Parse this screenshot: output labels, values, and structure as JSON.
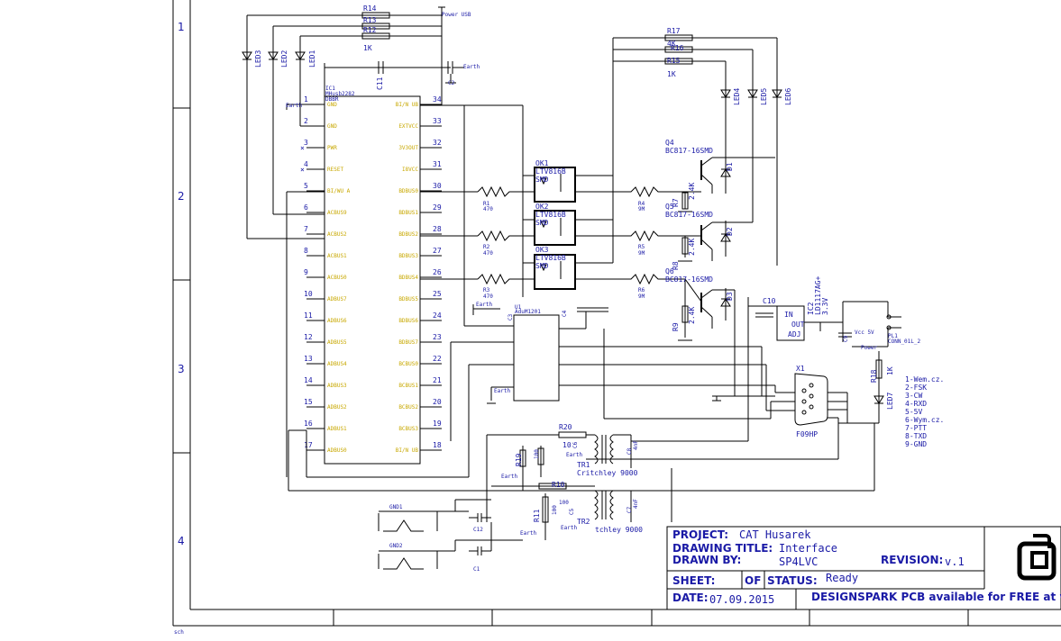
{
  "zones": [
    "1",
    "2",
    "3",
    "4"
  ],
  "corner_label": "sch",
  "ic1": {
    "ref": "IC1",
    "part": "MHusb2282",
    "sub": "DBBR",
    "left_pins": [
      {
        "n": "1",
        "name": "GND"
      },
      {
        "n": "2",
        "name": "GND"
      },
      {
        "n": "3",
        "name": "PWR"
      },
      {
        "n": "4",
        "name": "RESET"
      },
      {
        "n": "5",
        "name": "BI/WU A"
      },
      {
        "n": "6",
        "name": "ACBUS9"
      },
      {
        "n": "7",
        "name": "ACBUS2"
      },
      {
        "n": "8",
        "name": "ACBUS1"
      },
      {
        "n": "9",
        "name": "ACBUS0"
      },
      {
        "n": "10",
        "name": "ADBUS7"
      },
      {
        "n": "11",
        "name": "ADBUS6"
      },
      {
        "n": "12",
        "name": "ADBUS5"
      },
      {
        "n": "13",
        "name": "ADBUS4"
      },
      {
        "n": "14",
        "name": "ADBUS3"
      },
      {
        "n": "15",
        "name": "ADBUS2"
      },
      {
        "n": "16",
        "name": "ADBUS1"
      },
      {
        "n": "17",
        "name": "ADBUS0"
      }
    ],
    "right_pins": [
      {
        "n": "34",
        "name": "BI/N UB"
      },
      {
        "n": "33",
        "name": "EXTVCC"
      },
      {
        "n": "32",
        "name": "3V3OUT"
      },
      {
        "n": "31",
        "name": "I8VCC"
      },
      {
        "n": "30",
        "name": "BDBUS0"
      },
      {
        "n": "29",
        "name": "BDBUS1"
      },
      {
        "n": "28",
        "name": "BDBUS2"
      },
      {
        "n": "27",
        "name": "BDBUS3"
      },
      {
        "n": "26",
        "name": "BDBUS4"
      },
      {
        "n": "25",
        "name": "BDBUS5"
      },
      {
        "n": "24",
        "name": "BDBUS6"
      },
      {
        "n": "23",
        "name": "BDBUS7"
      },
      {
        "n": "22",
        "name": "BCBUS0"
      },
      {
        "n": "21",
        "name": "BCBUS1"
      },
      {
        "n": "20",
        "name": "BCBUS2"
      },
      {
        "n": "19",
        "name": "BCBUS3"
      },
      {
        "n": "18",
        "name": "BI/N UB"
      }
    ]
  },
  "labels": {
    "r14": "R14",
    "r13": "R13",
    "r12": "R12",
    "r1k": "1K",
    "power_usb": "Power USB",
    "earth": "Earth",
    "c2": "C2",
    "c11": "C11",
    "led1": "LED1",
    "led2": "LED2",
    "led3": "LED3",
    "r17": "R17",
    "r16": "R16",
    "r15": "R15",
    "r4k": "4K",
    "led4": "LED4",
    "led5": "LED5",
    "led6": "LED6",
    "ok1": "OK1",
    "ok2": "OK2",
    "ok3": "OK3",
    "ltv": "LTV816B",
    "smd": "SMD",
    "r1": "R1",
    "r2": "R2",
    "r3": "R3",
    "v470": "470",
    "r4": "R4",
    "r5": "R5",
    "r6": "R6",
    "v9m": "9M",
    "q4": "Q4",
    "q5": "Q5",
    "q6": "Q6",
    "bc": "BC817-16SMD",
    "r7": "R7",
    "r8": "R8",
    "r9": "R9",
    "v24k": "2.4K",
    "d1": "D1",
    "d2": "D2",
    "d3": "D3",
    "u1": "U1",
    "adum": "AduM1201",
    "c3": "C3",
    "c4": "C4",
    "c10": "C10",
    "ic2": "IC2",
    "ld1117": "LD1117AG+",
    "v33": "3.3V",
    "in": "IN",
    "out": "OUT",
    "adj": "ADJ",
    "c9": "C9",
    "vcc5": "Vcc 5V",
    "power": "Power",
    "pl1": "PL1",
    "conn": "CONN_01L_2",
    "r18": "R18",
    "led7": "LED7",
    "x1": "X1",
    "f09hp": "F09HP",
    "r20": "R20",
    "r19": "R19",
    "v100": "100",
    "v10": "10",
    "tr1": "TR1",
    "critchley": "Critchley 9000",
    "r10": "R10",
    "r11": "R11",
    "tr2": "TR2",
    "tr2txt": "tchley 9000",
    "c5": "C5",
    "c6": "C6",
    "c7": "C7",
    "c8": "C8",
    "nf": "4nF",
    "gnd1": "GND1",
    "gnd2": "GND2",
    "c12": "C12",
    "c1": "C1"
  },
  "pinout": [
    "1-Wem.cz.",
    "2-FSK",
    "3-CW",
    "4-RXD",
    "5-5V",
    "6-Wym.cz.",
    "7-PTT",
    "8-TXD",
    "9-GND"
  ],
  "title_block": {
    "project_label": "PROJECT:",
    "project": "CAT Husarek",
    "drawing_label": "DRAWING TITLE:",
    "drawing": "Interface",
    "drawn_label": "DRAWN BY:",
    "drawn": "SP4LVC",
    "revision_label": "REVISION:",
    "revision": "v.1",
    "sheet_label": "SHEET:",
    "of_label": "OF",
    "status_label": "STATUS:",
    "status": "Ready",
    "date_label": "DATE:",
    "date": "07.09.2015",
    "promo": "DESIGNSPARK PCB available for FREE at w"
  },
  "colors": {
    "ink": "#1a1aa6",
    "wire": "#000000",
    "pin_text": "#c8a800"
  }
}
